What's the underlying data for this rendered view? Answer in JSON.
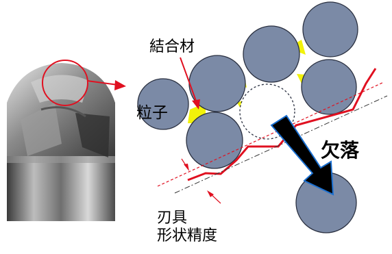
{
  "labels": {
    "binder": "結合材",
    "particle": "粒子",
    "chipping": "欠落",
    "tool_shape_line1": "刃具",
    "tool_shape_line2": "形状精度"
  },
  "colors": {
    "particle_fill": "#7b8aa6",
    "particle_stroke": "#2a3040",
    "binder_fill": "#f2f20a",
    "edge_line": "#e01020",
    "arrow_fill": "#000000",
    "arrow_outline": "#1a6fd0"
  }
}
